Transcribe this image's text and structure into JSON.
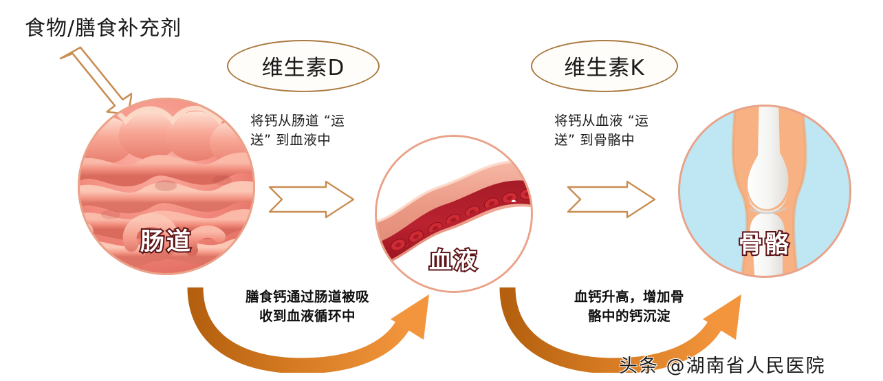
{
  "headline": "食物/膳食补充剂",
  "vitamins": [
    {
      "id": "vitamin-d",
      "label": "维生素D"
    },
    {
      "id": "vitamin-k",
      "label": "维生素K"
    }
  ],
  "top_captions": [
    {
      "id": "caption-vitamin-d",
      "text": "将钙从肠道 “运\n送” 到血液中"
    },
    {
      "id": "caption-vitamin-k",
      "text": "将钙从血液 “运\n送” 到骨骼中"
    }
  ],
  "bottom_captions": [
    {
      "id": "caption-absorption",
      "text": "膳食钙通过肠道被吸\n收到血液循环中"
    },
    {
      "id": "caption-deposition",
      "text": "血钙升高，增加骨\n骼中的钙沉淀"
    }
  ],
  "organs": [
    {
      "id": "intestine",
      "label": "肠道"
    },
    {
      "id": "blood",
      "label": "血液"
    },
    {
      "id": "bone",
      "label": "骨骼"
    }
  ],
  "watermark": "头条 @湖南省人民医院",
  "colors": {
    "arrow_outline": "#c98d52",
    "curve_arrow_dark": "#c26a19",
    "curve_arrow_light": "#f3923b",
    "pill_border": "#a9793f",
    "circle_ring": "#eaa289",
    "label_stroke": "#5d1418",
    "bone_background": "#bfe7f3",
    "bone_flesh": "#f7b183",
    "blood_red": "#b01f29",
    "gut_pink": "#f28a80",
    "text_dark": "#1a1a1a"
  }
}
